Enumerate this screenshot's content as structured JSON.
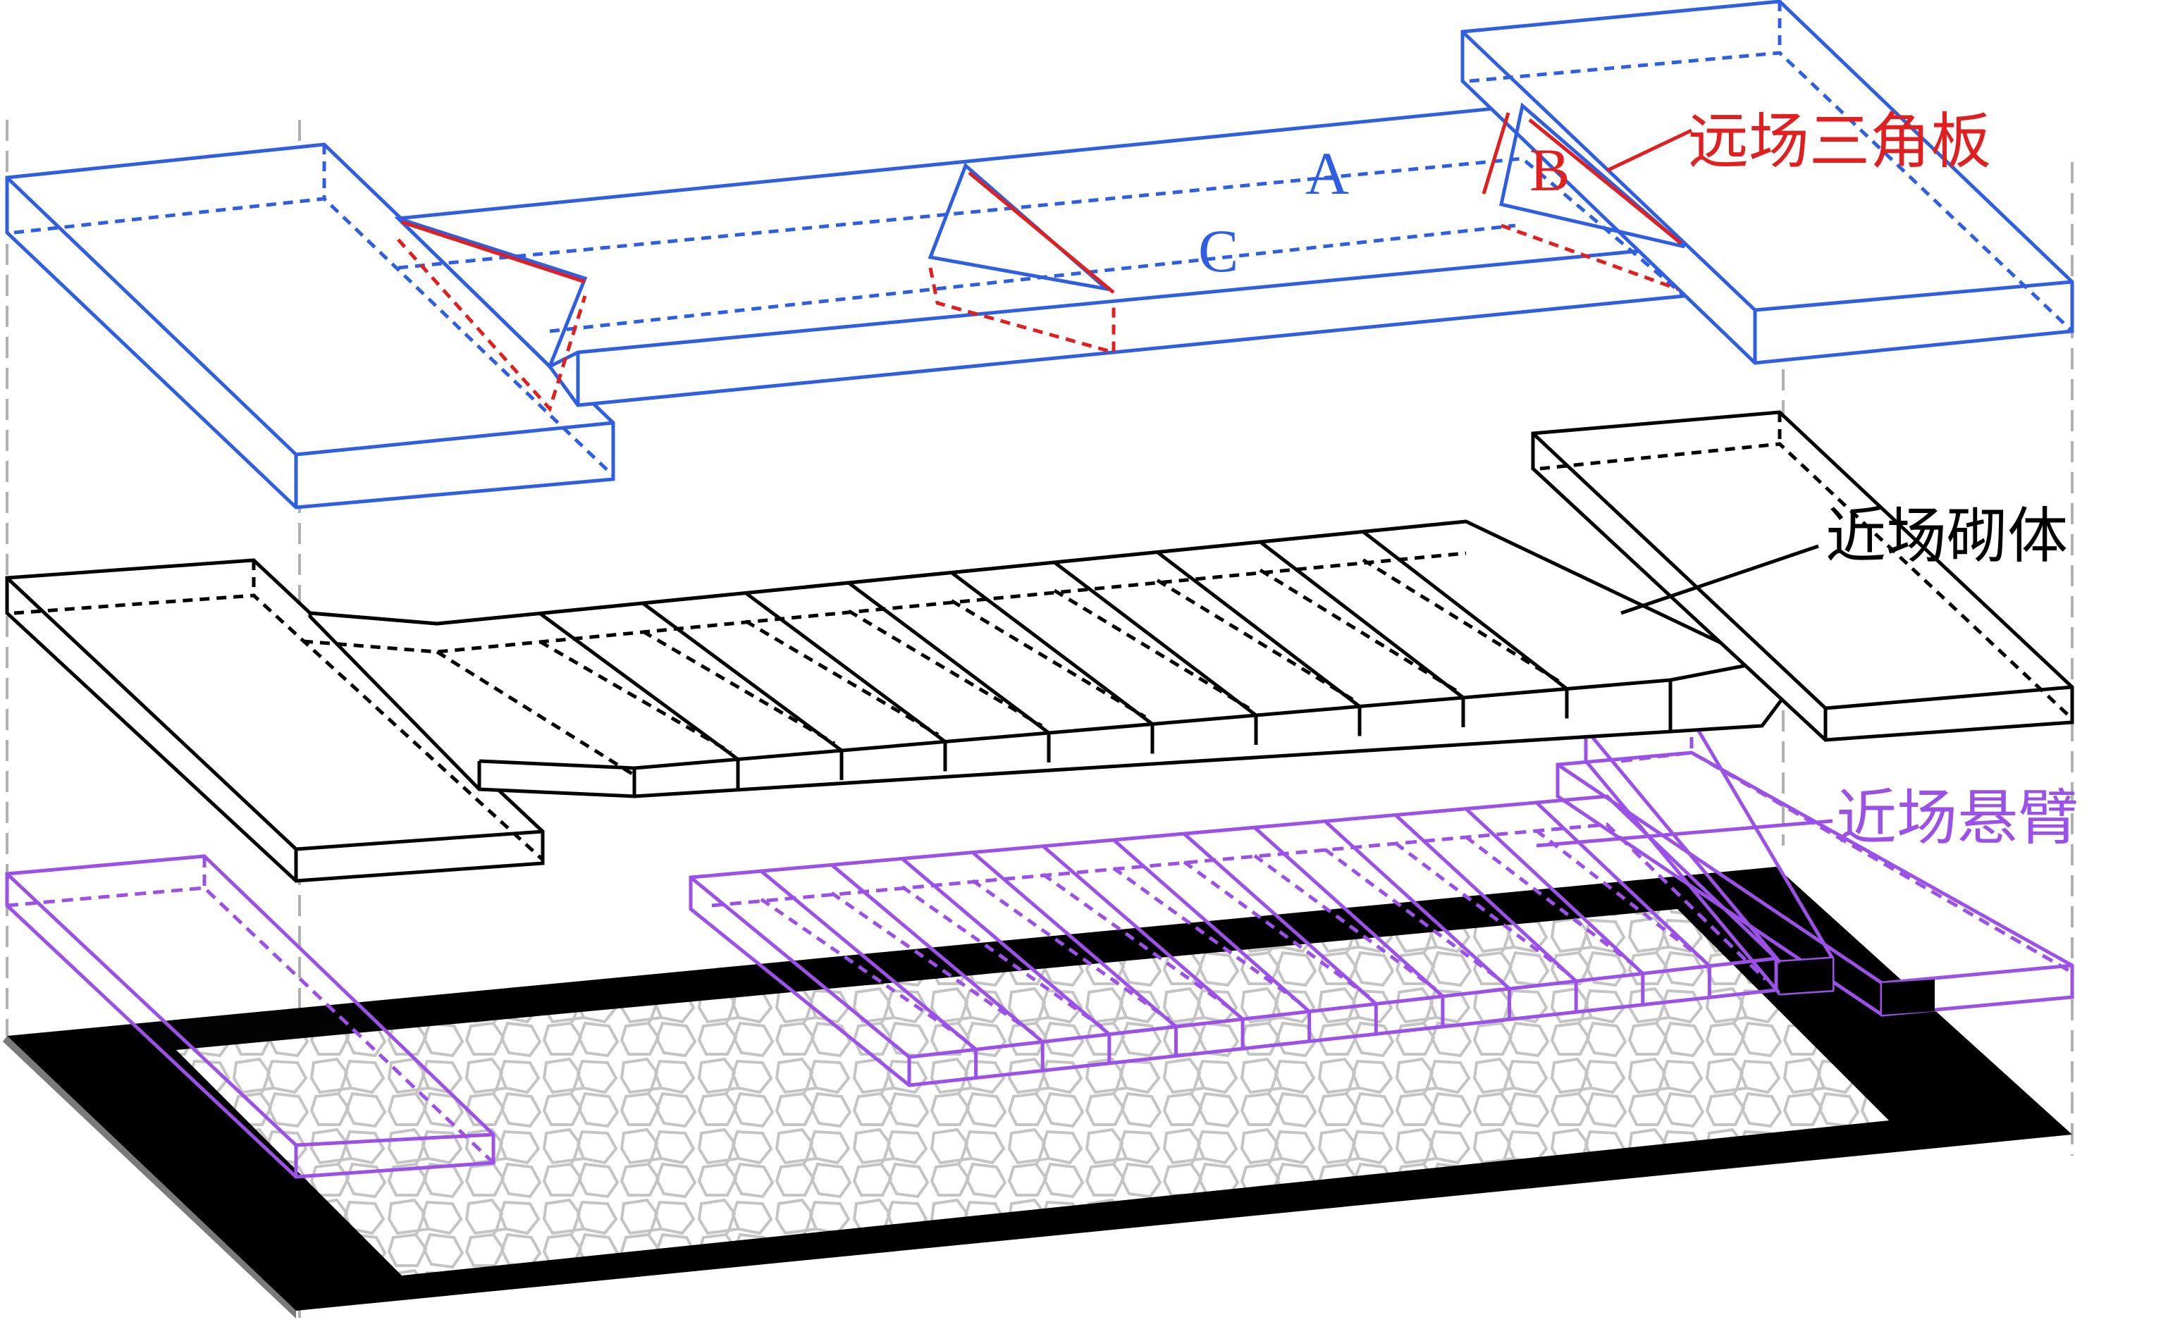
{
  "labels": {
    "far_triangle": "远场三角板",
    "near_masonry": "近场砌体",
    "near_cantilever": "近场悬臂",
    "letter_a": "A",
    "letter_b": "B",
    "letter_c": "C"
  },
  "colors": {
    "blue": "#2f5fe0",
    "red": "#e02020",
    "black": "#000000",
    "purple": "#9b50e6",
    "gravel": "#bdbdbd",
    "guide": "#b0b0b0"
  }
}
